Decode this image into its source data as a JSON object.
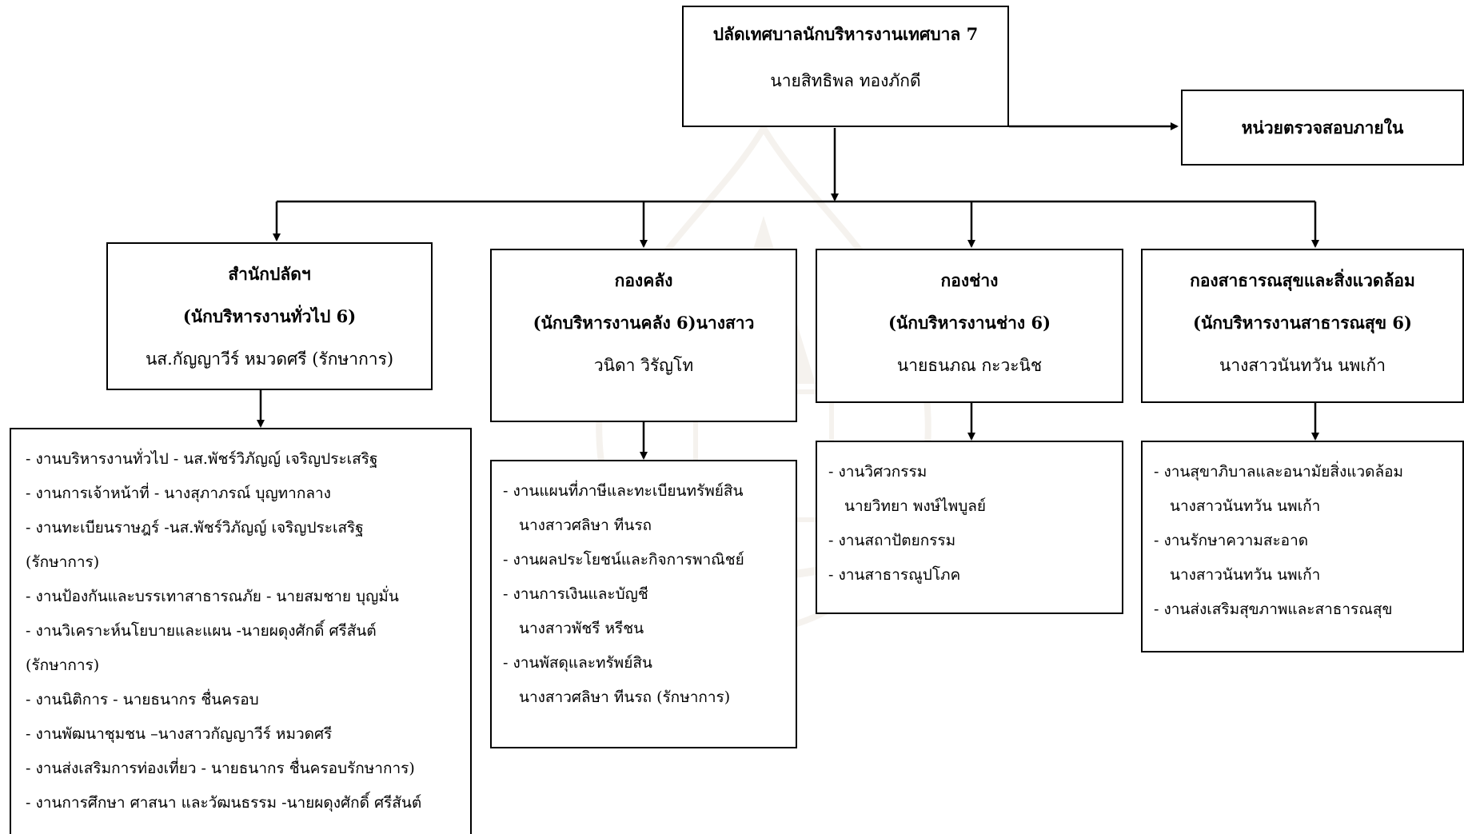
{
  "top": {
    "title": "ปลัดเทศบาลนักบริหารงานเทศบาล 7",
    "name": "นายสิทธิพล ทองภักดี"
  },
  "audit": {
    "title": "หน่วยตรวจสอบภายใน"
  },
  "divisions": [
    {
      "title": "สำนักปลัดฯ",
      "position": "(นักบริหารงานทั่วไป 6)",
      "name": "นส.กัญญาวีร์ หมวดศรี (รักษาการ)",
      "tasks": [
        "- งานบริหารงานทั่วไป - นส.พัชร์วิภัญญ์ เจริญประเสริฐ",
        "- งานการเจ้าหน้าที่ - นางสุภาภรณ์ บุญทากลาง",
        "- งานทะเบียนราษฎร์ -นส.พัชร์วิภัญญ์ เจริญประเสริฐ",
        "(รักษาการ)",
        "- งานป้องกันและบรรเทาสาธารณภัย - นายสมชาย บุญมั่น",
        "- งานวิเคราะห์นโยบายและแผน -นายผดุงศักดิ์ ศรีสันต์",
        "(รักษาการ)",
        "- งานนิติการ - นายธนากร ชื่นครอบ",
        "- งานพัฒนาชุมชน –นางสาวกัญญาวีร์ หมวดศรี",
        "- งานส่งเสริมการท่องเที่ยว - นายธนากร ชื่นครอบรักษาการ)",
        "- งานการศึกษา ศาสนา และวัฒนธรรม -นายผดุงศักดิ์ ศรีสันต์"
      ]
    },
    {
      "title": "กองคลัง",
      "position": "(นักบริหารงานคลัง 6)นางสาว",
      "name": "วนิดา วิรัญโท",
      "tasks": [
        "- งานแผนที่ภาษีและทะเบียนทรัพย์สิน",
        "นางสาวศลิษา ทีนรถ",
        "- งานผลประโยชน์และกิจการพาณิชย์",
        "- งานการเงินและบัญชี",
        "นางสาวพัชรี หรีชน",
        "- งานพัสดุและทรัพย์สิน",
        "นางสาวศลิษา ทีนรถ (รักษาการ)"
      ]
    },
    {
      "title": "กองช่าง",
      "position": "(นักบริหารงานช่าง 6)",
      "name": "นายธนภณ กะวะนิช",
      "tasks": [
        "- งานวิศวกรรม",
        "นายวิทยา พงษ์ไพบูลย์",
        "- งานสถาปัตยกรรม",
        "- งานสาธารณูปโภค"
      ]
    },
    {
      "title": "กองสาธารณสุขและสิ่งแวดล้อม",
      "position": "(นักบริหารงานสาธารณสุข 6)",
      "name": "นางสาวนันทวัน นพเก้า",
      "tasks": [
        "- งานสุขาภิบาลและอนามัยสิ่งแวดล้อม",
        "นางสาวนันทวัน นพเก้า",
        "- งานรักษาความสะอาด",
        "นางสาวนันทวัน นพเก้า",
        "- งานส่งเสริมสุขภาพและสาธารณสุข"
      ]
    }
  ]
}
